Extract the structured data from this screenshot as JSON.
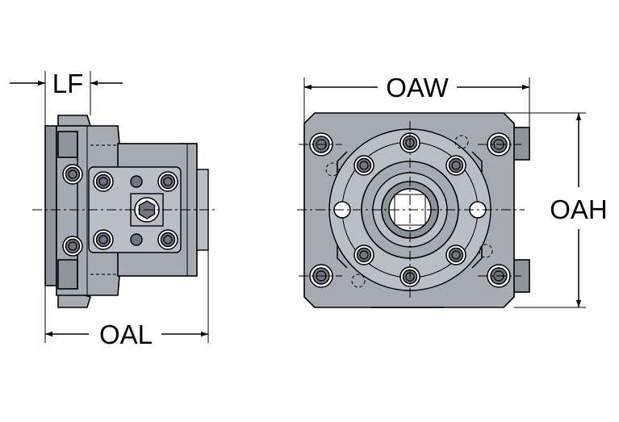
{
  "dimensions": {
    "lf": "LF",
    "oal": "OAL",
    "oaw": "OAW",
    "oah": "OAH"
  },
  "colors": {
    "body": "#a4abb3",
    "background": "#ffffff",
    "line": "#000000"
  }
}
